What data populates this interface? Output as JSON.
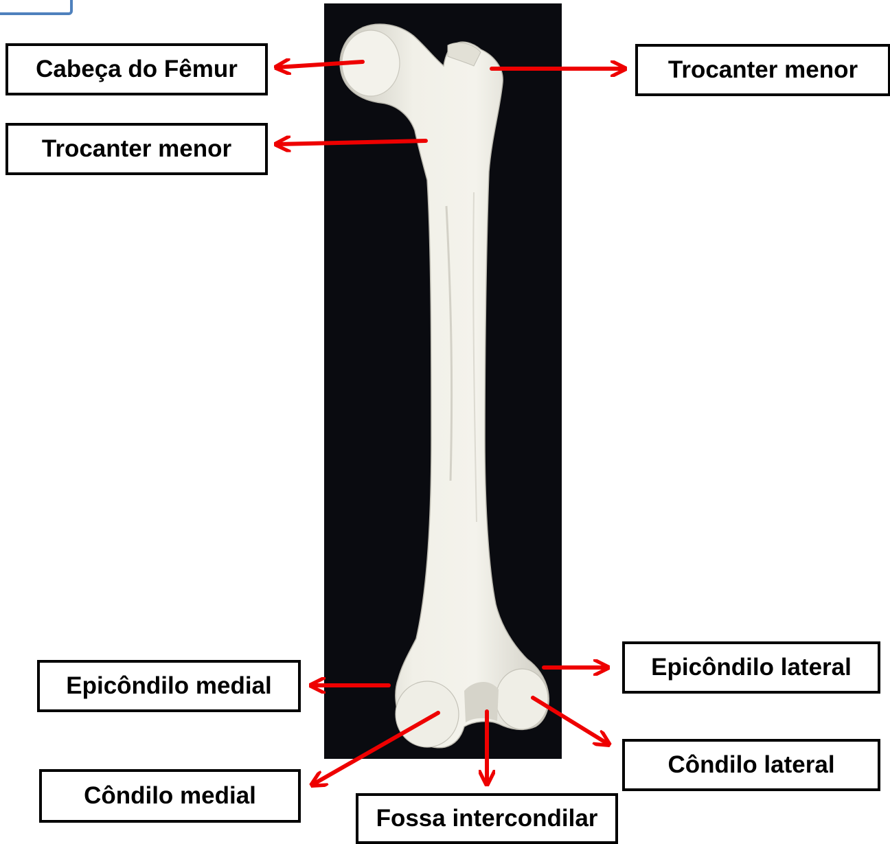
{
  "labels": {
    "head_of_femur": "Cabeça do Fêmur",
    "trochanter_top_right": "Trocanter menor",
    "trochanter_left": "Trocanter menor",
    "medial_epicondyle": "Epicôndilo medial",
    "lateral_epicondyle": "Epicôndilo lateral",
    "medial_condyle": "Côndilo medial",
    "lateral_condyle": "Côndilo lateral",
    "intercondylar_fossa": "Fossa intercondilar"
  },
  "colors": {
    "arrow": "#ee0000",
    "photo_background": "#0a0b10",
    "bone": "#ecebe3",
    "label_border": "#000000",
    "corner_tab": "#4f81bd"
  }
}
